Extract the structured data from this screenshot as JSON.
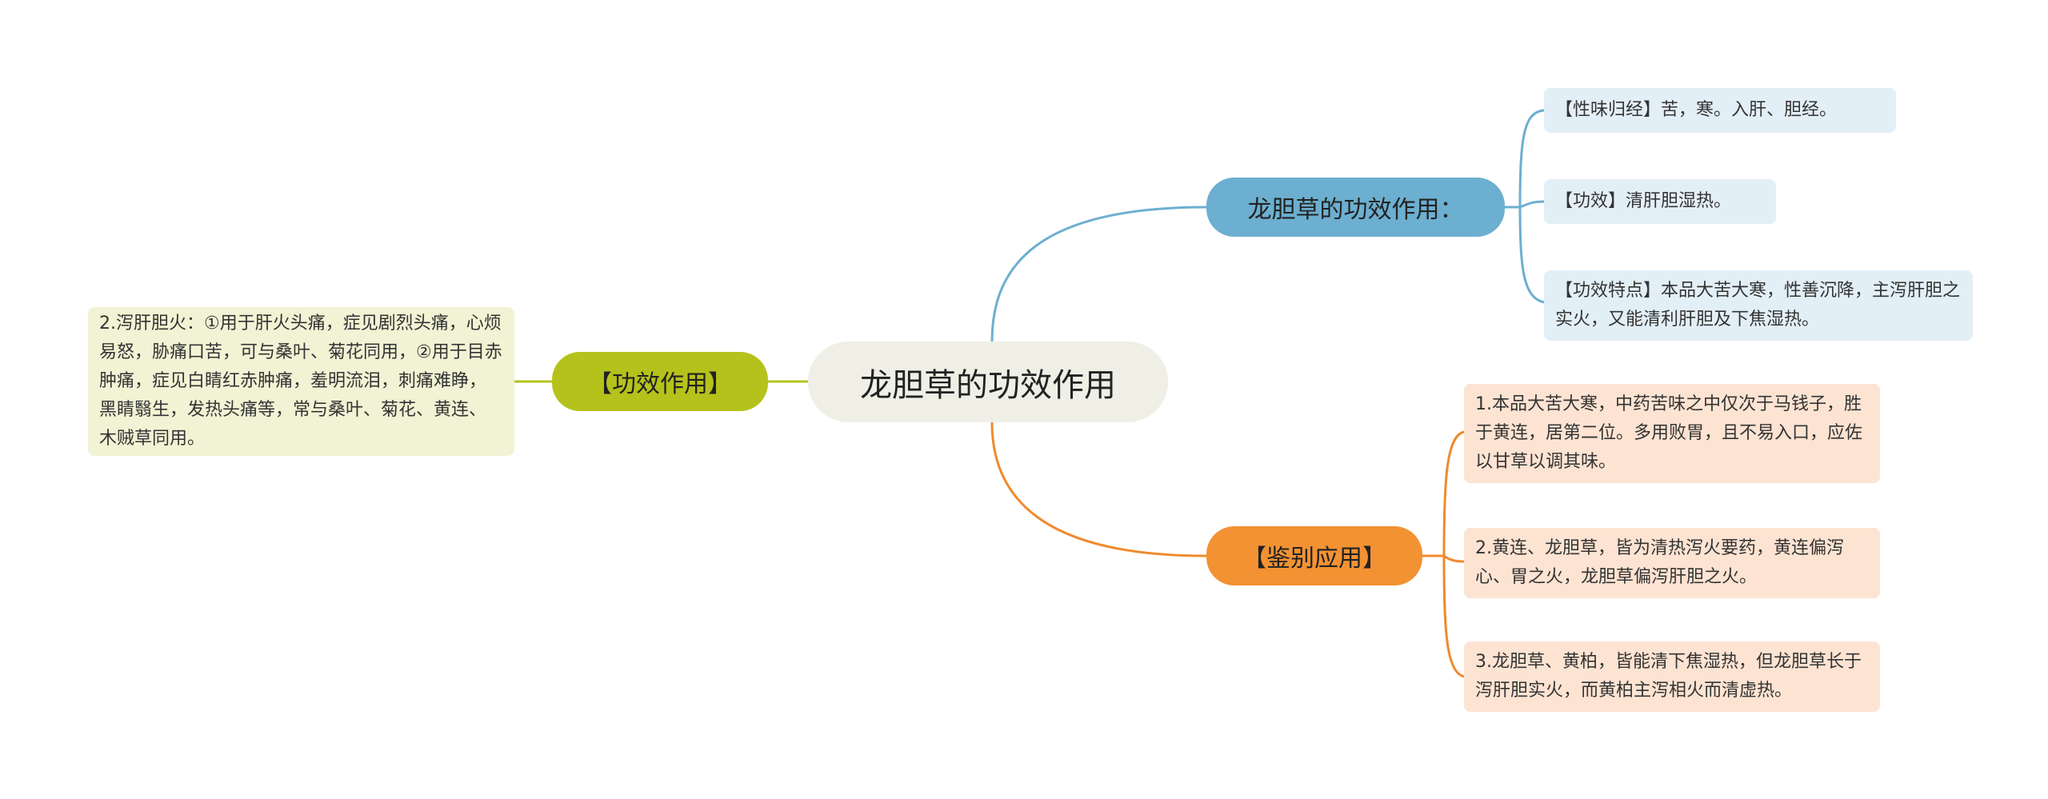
{
  "root": {
    "label": "龙胆草的功效作用"
  },
  "branches": {
    "blue": {
      "label": "龙胆草的功效作用：",
      "color": "#6cafd0",
      "leaves": [
        "【性味归经】苦，寒。入肝、胆经。",
        "【功效】清肝胆湿热。",
        "【功效特点】本品大苦大寒，性善沉降，主泻肝胆之实火，又能清利肝胆及下焦湿热。"
      ]
    },
    "orange": {
      "label": "【鉴别应用】",
      "color": "#f39233",
      "leaves": [
        "1.本品大苦大寒，中药苦味之中仅次于马钱子，胜于黄连，居第二位。多用败胃，且不易入口，应佐以甘草以调其味。",
        "2.黄连、龙胆草，皆为清热泻火要药，黄连偏泻心、胃之火，龙胆草偏泻肝胆之火。",
        "3.龙胆草、黄柏，皆能清下焦湿热，但龙胆草长于泻肝胆实火，而黄柏主泻相火而清虚热。"
      ]
    },
    "green": {
      "label": "【功效作用】",
      "color": "#b5c21b",
      "leaves": [
        "2.泻肝胆火：①用于肝火头痛，症见剧烈头痛，心烦易怒，胁痛口苦，可与桑叶、菊花同用，②用于目赤肿痛，症见白睛红赤肿痛，羞明流泪，刺痛难睁，黑睛翳生，发热头痛等，常与桑叶、菊花、黄连、木贼草同用。"
      ]
    }
  }
}
